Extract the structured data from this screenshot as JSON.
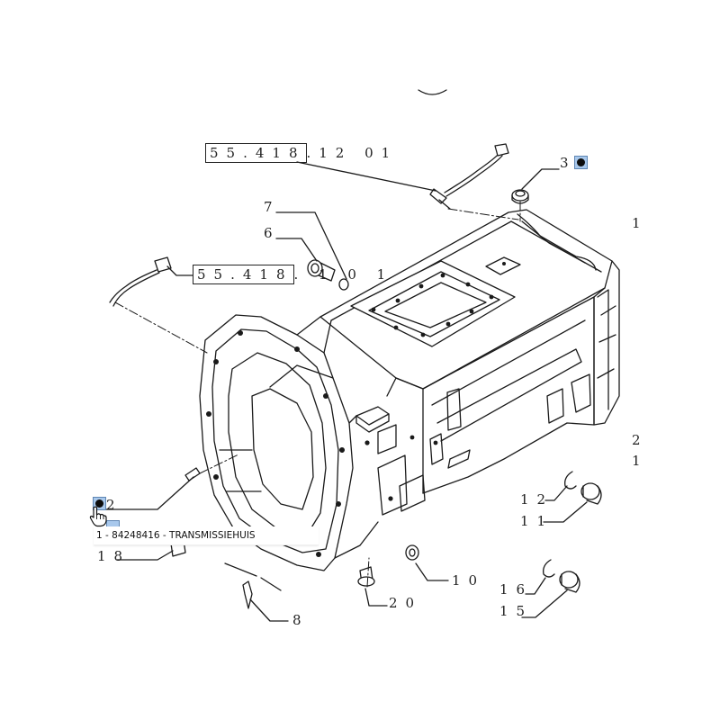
{
  "references": {
    "ref_a": {
      "main": "55.418",
      "suffix": ".12 01"
    },
    "ref_b": {
      "main": "55.418",
      "suffix": ". 1 0 1"
    }
  },
  "labels": {
    "l1": "1",
    "l2": "2",
    "l3": "3",
    "l6": "6",
    "l7": "7",
    "l8": "8",
    "l10": "10",
    "l11": "11",
    "l12": "12",
    "l15": "15",
    "l16": "16",
    "l18": "18",
    "l20": "20",
    "edge_1": "1",
    "edge_2": "2",
    "edge_1b": "1"
  },
  "tooltip": {
    "text": "1 - 84248416 - TRANSMISSIEHUIS"
  },
  "colors": {
    "hotspot_fill": "#a8c8ec",
    "hotspot_border": "#5f86b3",
    "line": "#1a1a1a"
  }
}
